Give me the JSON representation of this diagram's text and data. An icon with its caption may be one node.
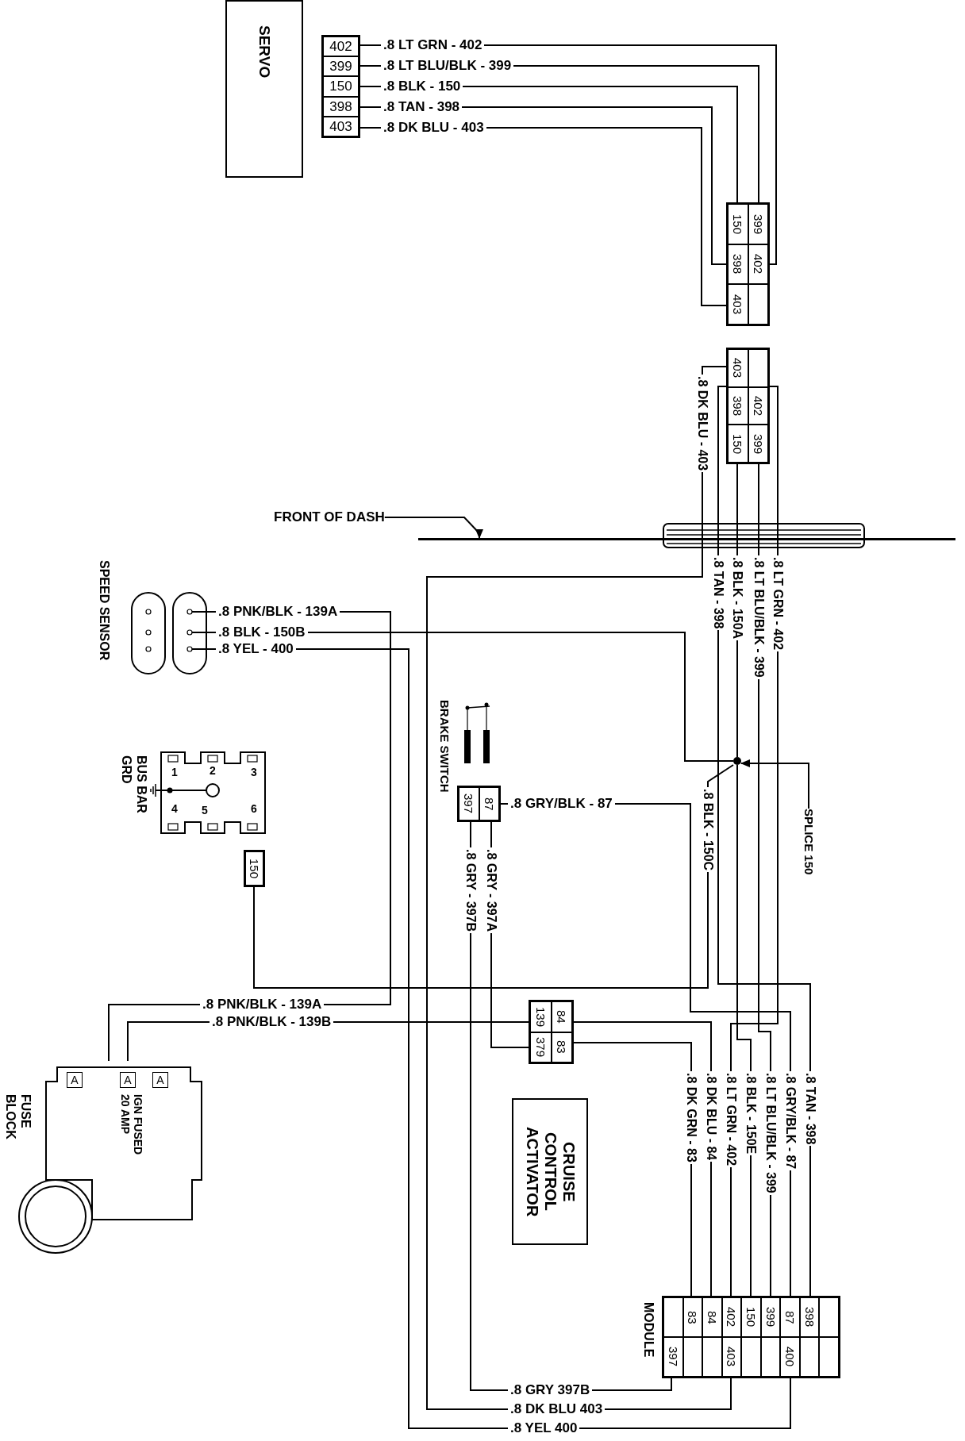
{
  "diagram": {
    "nodes": [
      {
        "text": [
          "SERVO"
        ]
      },
      {
        "text": [
          "402",
          "399",
          "150",
          "398",
          "403"
        ]
      },
      {
        "text": [
          "150",
          "399",
          "398",
          "402",
          "403"
        ]
      },
      {
        "text": [
          "403",
          "398",
          "402",
          "150",
          "399"
        ]
      },
      {
        "text": [
          "FRONT OF DASH"
        ]
      },
      {
        "text": [],
        "shape": "bar"
      },
      {
        "text": [
          "SPEED SENSOR"
        ]
      },
      {
        "text": [
          "BUS BAR GRD",
          "1",
          "2",
          "3",
          "4",
          "5",
          "6"
        ]
      },
      {
        "text": [
          "150"
        ]
      },
      {
        "text": [
          "BRAKE SWITCH",
          "397",
          "87"
        ]
      },
      {
        "text": [],
        "shape": "circle"
      },
      {
        "text": [
          "SPLICE 150"
        ]
      },
      {
        "text": [
          "139",
          "84",
          "379",
          "83"
        ]
      },
      {
        "text": [
          "FUSE BLOCK",
          "A",
          "A",
          "A",
          "IGN FUSED 20 AMP"
        ]
      },
      {
        "text": [
          "CRUISE CONTROL ACTIVATOR"
        ]
      },
      {
        "text": [
          "MODULE",
          "83",
          "84",
          "402",
          "150",
          "399",
          "87",
          "398",
          "397",
          "403",
          "400"
        ]
      }
    ],
    "edges": [
      {
        "from": 1,
        "to": 2,
        "arrow": "none",
        "label": ".8 LT GRN - 402"
      },
      {
        "from": 1,
        "to": 2,
        "arrow": "none",
        "label": ".8 LT BLU/BLK - 399"
      },
      {
        "from": 1,
        "to": 2,
        "arrow": "none",
        "label": ".8 BLK - 150"
      },
      {
        "from": 1,
        "to": 2,
        "arrow": "none",
        "label": ".8 TAN - 398"
      },
      {
        "from": 1,
        "to": 2,
        "arrow": "none",
        "label": ".8 DK BLU - 403"
      },
      {
        "from": 4,
        "to": 5,
        "arrow": "to"
      },
      {
        "from": 3,
        "to": 15,
        "arrow": "none",
        "label": ".8 DK BLU - 403"
      },
      {
        "from": 3,
        "to": 15,
        "arrow": "none",
        "label": ".8 TAN - 398"
      },
      {
        "from": 3,
        "to": 10,
        "arrow": "none",
        "label": ".8 BLK - 150A"
      },
      {
        "from": 3,
        "to": 15,
        "arrow": "none",
        "label": ".8 LT BLU/BLK - 399"
      },
      {
        "from": 3,
        "to": 15,
        "arrow": "none",
        "label": ".8 LT GRN - 402"
      },
      {
        "from": 6,
        "to": 13,
        "arrow": "none",
        "label": ".8 PNK/BLK - 139A"
      },
      {
        "from": 6,
        "to": 10,
        "arrow": "none",
        "label": ".8 BLK - 150B"
      },
      {
        "from": 6,
        "to": 15,
        "arrow": "none",
        "label": ".8 YEL - 400"
      },
      {
        "from": 10,
        "to": 8,
        "arrow": "none",
        "label": ".8 BLK - 150C"
      },
      {
        "from": 10,
        "to": 15,
        "arrow": "none",
        "label": ".8 BLK - 150E"
      },
      {
        "from": 11,
        "to": 10,
        "arrow": "to"
      },
      {
        "from": 9,
        "to": 15,
        "arrow": "none",
        "label": ".8 GRY/BLK - 87"
      },
      {
        "from": 9,
        "to": 12,
        "arrow": "none",
        "label": ".8 GRY - 397A"
      },
      {
        "from": 9,
        "to": 15,
        "arrow": "none",
        "label": ".8 GRY - 397B"
      },
      {
        "from": 13,
        "to": 12,
        "arrow": "none",
        "label": ".8 PNK/BLK - 139B"
      },
      {
        "from": 12,
        "to": 15,
        "arrow": "none",
        "label": ".8 DK BLU - 84"
      },
      {
        "from": 12,
        "to": 15,
        "arrow": "none",
        "label": ".8 DK GRN - 83"
      }
    ],
    "labels": [
      ".8 PNK/BLK - 139A",
      ".8 TAN - 398",
      ".8 GRY/BLK - 87",
      ".8 LT BLU/BLK - 399",
      ".8 LT GRN - 402",
      ".8 GRY 397B",
      ".8 DK BLU 403",
      ".8 YEL 400"
    ]
  }
}
